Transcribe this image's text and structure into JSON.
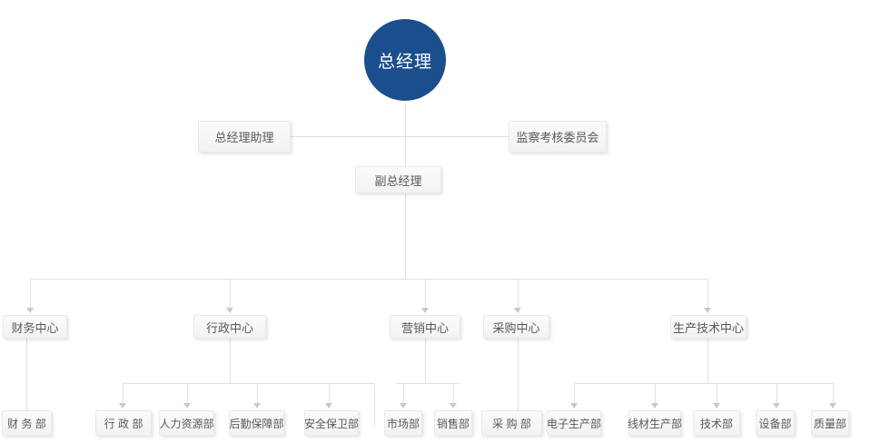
{
  "org": {
    "root": {
      "label": "总经理"
    },
    "assistant": {
      "label": "总经理助理"
    },
    "committee": {
      "label": "监察考核委员会"
    },
    "deputy": {
      "label": "副总经理"
    },
    "centers": [
      {
        "label": "财务中心"
      },
      {
        "label": "行政中心"
      },
      {
        "label": "营销中心"
      },
      {
        "label": "采购中心"
      },
      {
        "label": "生产技术中心"
      }
    ],
    "departments": [
      {
        "label": "财 务 部",
        "parent": "财务中心"
      },
      {
        "label": "行 政 部",
        "parent": "行政中心"
      },
      {
        "label": "人力资源部",
        "parent": "行政中心"
      },
      {
        "label": "后勤保障部",
        "parent": "行政中心"
      },
      {
        "label": "安全保卫部",
        "parent": "行政中心"
      },
      {
        "label": "市场部",
        "parent": "营销中心"
      },
      {
        "label": "销售部",
        "parent": "营销中心"
      },
      {
        "label": "采 购 部",
        "parent": "采购中心"
      },
      {
        "label": "电子生产部",
        "parent": "生产技术中心"
      },
      {
        "label": "线材生产部",
        "parent": "生产技术中心"
      },
      {
        "label": "技术部",
        "parent": "生产技术中心"
      },
      {
        "label": "设备部",
        "parent": "生产技术中心"
      },
      {
        "label": "质量部",
        "parent": "生产技术中心"
      }
    ]
  },
  "colors": {
    "circle": "#1b4e8c",
    "line": "#e0e0e0",
    "arrow": "#c9c9c9",
    "box_bg1": "#fbfbfb",
    "box_bg2": "#f2f2f2",
    "box_border": "#e9e9e9",
    "text": "#595959"
  }
}
